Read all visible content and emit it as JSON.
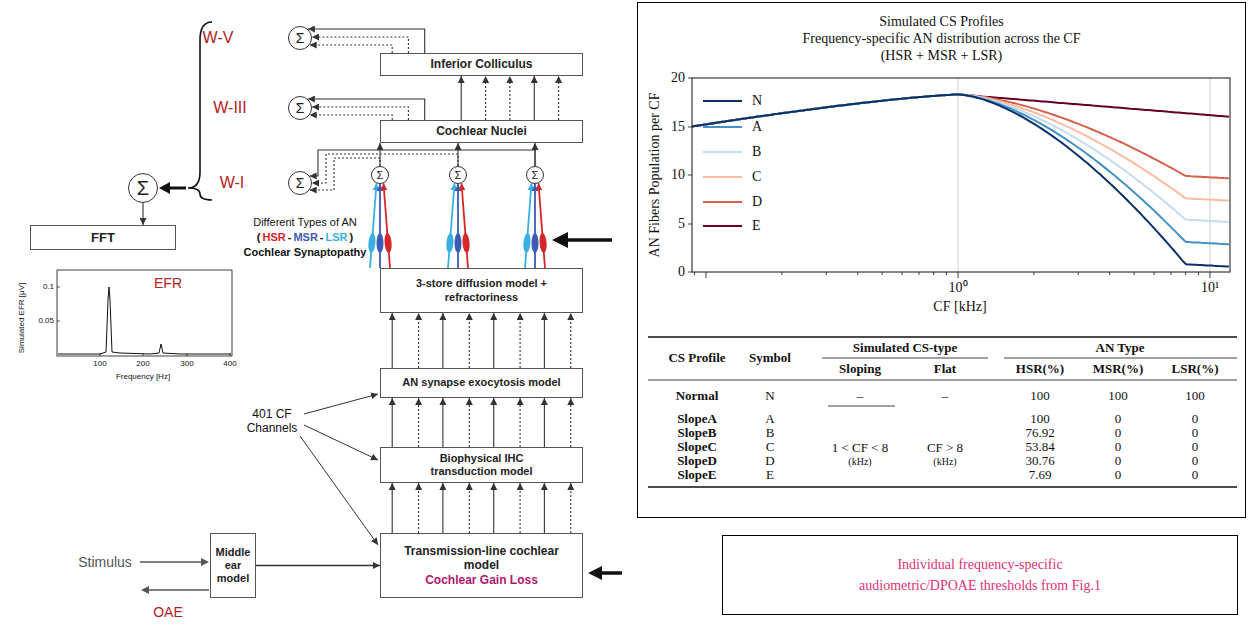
{
  "diagram": {
    "nodes": [
      {
        "text": [
          "Σ"
        ]
      },
      {
        "text": [
          "Inferior Colliculus"
        ]
      },
      {
        "text": [
          "Σ"
        ]
      },
      {
        "text": [
          "Σ"
        ]
      },
      {
        "text": [
          "Cochlear Nuclei"
        ]
      },
      {
        "text": [
          "FFT"
        ]
      },
      {
        "text": [
          "Σ"
        ]
      },
      {
        "text": [
          "Σ"
        ]
      },
      {
        "text": [
          "Σ"
        ]
      },
      {
        "text": [
          "Σ"
        ]
      },
      {
        "text": [
          "3-store diffusion model + refractoriness"
        ]
      },
      {
        "text": [
          "AN synapse exocytosis model"
        ]
      },
      {
        "text": [
          "Biophysical IHC transduction model"
        ]
      },
      {
        "text": [
          "Middle ear model"
        ]
      },
      {
        "text": [
          "Transmission-line cochlear model",
          "Cochlear Gain Loss"
        ]
      },
      {
        "text": [
          "Simulated CS Profiles",
          "Frequency-specific AN distribution across the CF",
          "(HSR + MSR + LSR)"
        ]
      },
      {
        "text": [
          "Individual frequency-specific audiometric/DPOAE thresholds from Fig.1"
        ]
      }
    ],
    "edges": [
      {
        "from": 1,
        "to": 0,
        "arrow": "to"
      },
      {
        "from": 4,
        "to": 1,
        "arrow": "to"
      },
      {
        "from": 4,
        "to": 3,
        "arrow": "to"
      },
      {
        "from": 7,
        "to": 4,
        "arrow": "to"
      },
      {
        "from": 8,
        "to": 4,
        "arrow": "to"
      },
      {
        "from": 9,
        "to": 4,
        "arrow": "to"
      },
      {
        "from": 7,
        "to": 6,
        "arrow": "to"
      },
      {
        "from": 8,
        "to": 6,
        "arrow": "to"
      },
      {
        "from": 9,
        "to": 6,
        "arrow": "to"
      },
      {
        "from": 2,
        "to": 5,
        "arrow": "to"
      },
      {
        "from": 10,
        "to": 7,
        "arrow": "to"
      },
      {
        "from": 10,
        "to": 8,
        "arrow": "to"
      },
      {
        "from": 10,
        "to": 9,
        "arrow": "to"
      },
      {
        "from": 11,
        "to": 10,
        "arrow": "to"
      },
      {
        "from": 12,
        "to": 11,
        "arrow": "to"
      },
      {
        "from": 14,
        "to": 12,
        "arrow": "to"
      },
      {
        "from": 13,
        "to": 14,
        "arrow": "to"
      }
    ],
    "labels": [
      "W-V",
      "W-III",
      "W-I",
      "Different Types of AN",
      "(",
      "HSR",
      "-",
      "MSR",
      "-",
      "LSR",
      ")",
      "Cochlear Synaptopathy",
      "401 CF Channels",
      "Stimulus",
      "OAE",
      "EFR",
      "Simulated EFR [μV]",
      "0.1",
      "0.05",
      "100",
      "200",
      "300",
      "400",
      "Frequency [Hz]",
      "AN Fibers Population per CF",
      "20",
      "15",
      "10",
      "5",
      "0",
      "10⁰",
      "10¹",
      "CF [kHz]",
      "CS Profile",
      "Symbol",
      "Simulated CS-type",
      "AN Type",
      "Sloping",
      "Flat",
      "HSR(%)",
      "MSR(%)",
      "LSR(%)",
      "Normal",
      "N",
      "–",
      "–",
      "100",
      "100",
      "100",
      "SlopeA",
      "A",
      "100",
      "0",
      "0",
      "SlopeB",
      "B",
      "76.92",
      "0",
      "0",
      "SlopeC",
      "C",
      "53.84",
      "0",
      "0",
      "SlopeD",
      "D",
      "30.76",
      "0",
      "0",
      "SlopeE",
      "E",
      "7.69",
      "0",
      "0",
      "1 < CF < 8",
      "(kHz)",
      "CF > 8",
      "(kHz)"
    ],
    "legend": [
      {
        "text": "N"
      },
      {
        "text": "A"
      },
      {
        "text": "B"
      },
      {
        "text": "C"
      },
      {
        "text": "D"
      },
      {
        "text": "E"
      }
    ]
  }
}
